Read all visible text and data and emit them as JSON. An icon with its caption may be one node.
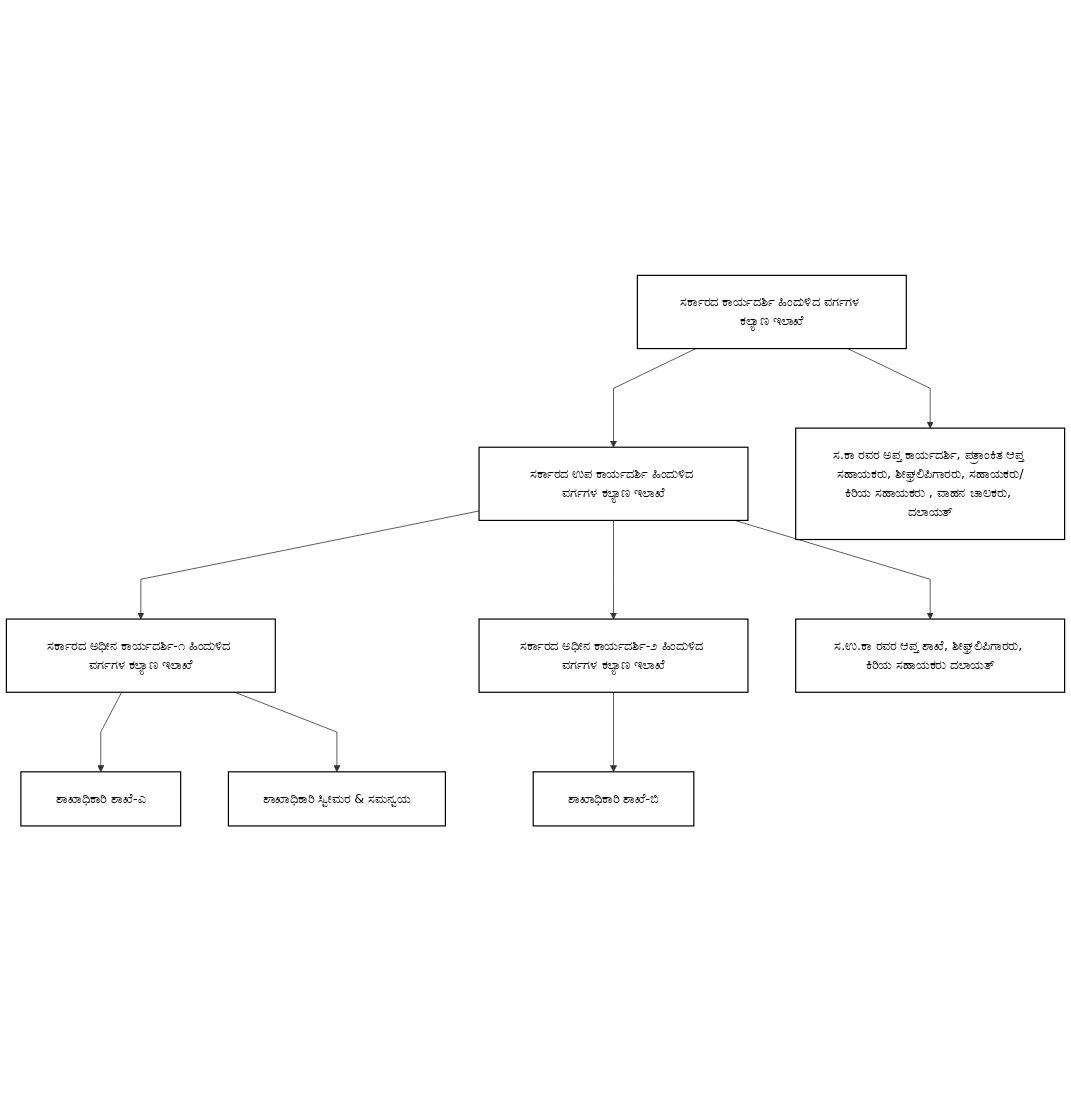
{
  "diagram": {
    "nodes": [
      {
        "text": [
          "ಸರ್ಕಾರದ ಕಾರ್ಯದರ್ಶಿ ಹಿಂದುಳಿದ ವರ್ಗಗಳ ಕಲ್ಯಾಣ ಇಲಾಖೆ"
        ]
      },
      {
        "text": [
          "ಸ.ಕಾ ರವರ ಅಪ್ತ ಕಾರ್ಯದರ್ಶಿ, ಪತ್ರಾಂಕಿತ ಆಪ್ತ ಸಹಾಯಕರು, ಶೀಘ್ರಲಿಪಿಗಾರರು, ಸಹಾಯಕರು/ಕಿರಿಯ ಸಹಾಯಕರು , ವಾಹನ ಚಾಲಕರು, ದಲಾಯತ್"
        ]
      },
      {
        "text": [
          "ಸರ್ಕಾರದ ಉಪ ಕಾರ್ಯದರ್ಶಿ ಹಿಂದುಳಿದ ವರ್ಗಗಳ ಕಲ್ಯಾಣ ಇಲಾಖೆ"
        ]
      },
      {
        "text": [
          "ಸ.ಉ.ಕಾ ರವರ ಆಪ್ತ ಶಾಖೆ, ಶೀಘ್ರಲಿಪಿಗಾರರು, ಕಿರಿಯ ಸಹಾಯಕರು ದಲಾಯತ್"
        ]
      },
      {
        "text": [
          "ಸರ್ಕಾರದ ಅಧೀನ ಕಾರ್ಯದರ್ಶಿ-೧ ಹಿಂದುಳಿದ ವರ್ಗಗಳ ಕಲ್ಯಾಣ ಇಲಾಖೆ"
        ]
      },
      {
        "text": [
          "ಸರ್ಕಾರದ ಅಧೀನ ಕಾರ್ಯದರ್ಶಿ-೨ ಹಿಂದುಳಿದ ವರ್ಗಗಳ ಕಲ್ಯಾಣ ಇಲಾಖೆ"
        ]
      },
      {
        "text": [
          "ಶಾಖಾಧಿಕಾರಿ ಶಾಖೆ-ಎ"
        ]
      },
      {
        "text": [
          "ಶಾಖಾಧಿಕಾರಿ ಸ್ವೀಮರ & ಸಮನ್ವಯ"
        ]
      },
      {
        "text": [
          "ಶಾಖಾಧಿಕಾರಿ ಶಾಖೆ-ಬಿ"
        ]
      }
    ],
    "edges": [
      {
        "from": 0,
        "to": 2,
        "arrow": "to"
      },
      {
        "from": 0,
        "to": 1,
        "arrow": "to"
      },
      {
        "from": 2,
        "to": 4,
        "arrow": "to"
      },
      {
        "from": 2,
        "to": 5,
        "arrow": "to"
      },
      {
        "from": 2,
        "to": 3,
        "arrow": "to"
      },
      {
        "from": 4,
        "to": 6,
        "arrow": "to"
      },
      {
        "from": 4,
        "to": 7,
        "arrow": "to"
      },
      {
        "from": 5,
        "to": 8,
        "arrow": "to"
      }
    ]
  }
}
